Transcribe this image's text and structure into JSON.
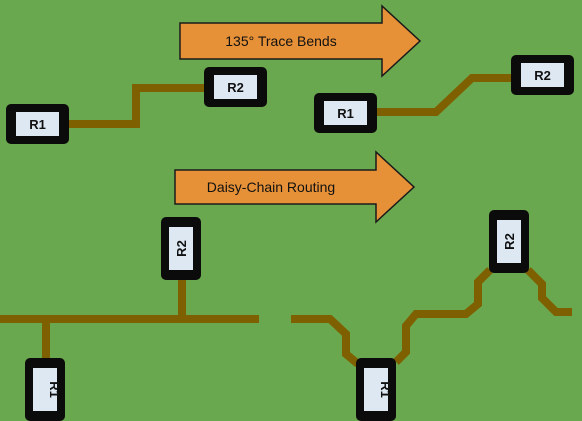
{
  "colors": {
    "background": "#6aa84f",
    "trace": "#7f6000",
    "arrow_fill": "#e69138",
    "arrow_stroke": "#1a1a1a",
    "resistor_body": "#0b0b0b",
    "resistor_pad": "#dde8f3"
  },
  "arrows": [
    {
      "label": "135° Trace Bends"
    },
    {
      "label": "Daisy-Chain Routing"
    }
  ],
  "resistors": {
    "bend90_r1": "R1",
    "bend90_r2": "R2",
    "bend135_r1": "R1",
    "bend135_r2": "R2",
    "stub_r2": "R2",
    "stub_r1": "R1",
    "chain_r1": "R1",
    "chain_r2": "R2"
  }
}
